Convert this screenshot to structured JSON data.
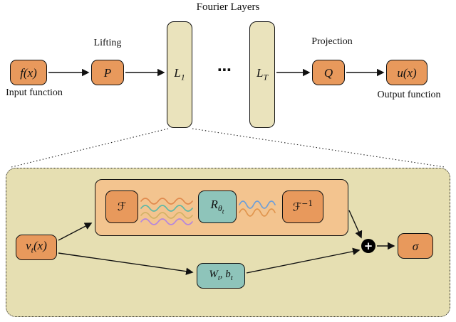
{
  "title": "Fourier Layers",
  "top": {
    "input_box": "f(x)",
    "lifting_label": "Lifting",
    "p_box": "P",
    "l1": {
      "main": "L",
      "sub": "1"
    },
    "dots": "⋯",
    "lt": {
      "main": "L",
      "sub": "T"
    },
    "projection_label": "Projection",
    "q_box": "Q",
    "output_box": "u(x)",
    "input_caption": "Input function",
    "output_caption": "Output function"
  },
  "detail": {
    "vt": {
      "main": "v",
      "sub": "t",
      "rest": "(x)"
    },
    "fourier": "ℱ",
    "r": {
      "main": "R",
      "sub": "θ",
      "subsub": "t"
    },
    "finv": {
      "main": "ℱ",
      "sup": "−1"
    },
    "wb": {
      "w": "W",
      "wsub": "t",
      "sep": ", ",
      "b": "b",
      "bsub": "t"
    },
    "plus": "+",
    "sigma": "σ"
  },
  "colors": {
    "box_orange": "#E8995C",
    "box_beige": "#EAE3BC",
    "panel_beige": "#E6DFB2",
    "panel_peach": "#F3C48F",
    "box_teal": "#8EC4BA",
    "line_black": "#111111",
    "wave_orange": "#E08A4E",
    "wave_teal": "#5FB8A6",
    "wave_yellow": "#D2B266",
    "wave_purple": "#B586DD",
    "wave_blue": "#6E9FD8",
    "wave_orange2": "#E0954E"
  }
}
